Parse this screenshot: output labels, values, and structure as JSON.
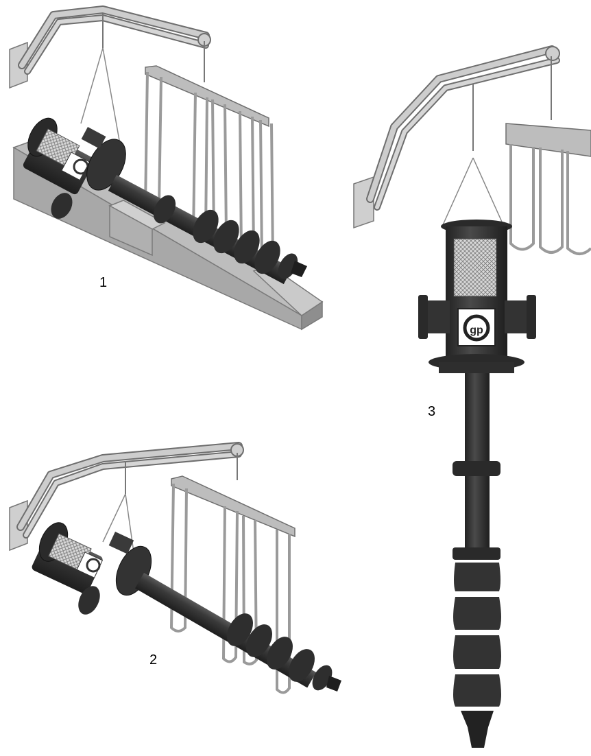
{
  "steps": [
    {
      "label": "1"
    },
    {
      "label": "2"
    },
    {
      "label": "3"
    }
  ],
  "colors": {
    "background": "#ffffff",
    "pump_body": "#3c3c3c",
    "pump_dark": "#2a2a2a",
    "pump_light": "#6a6a6a",
    "crane_fill": "#c8c8c8",
    "crane_stroke": "#6e6e6e",
    "sling": "#9a9a9a",
    "support_fill": "#b4b4b4",
    "support_dark": "#8c8c8c",
    "logo_bg": "#ffffff"
  }
}
